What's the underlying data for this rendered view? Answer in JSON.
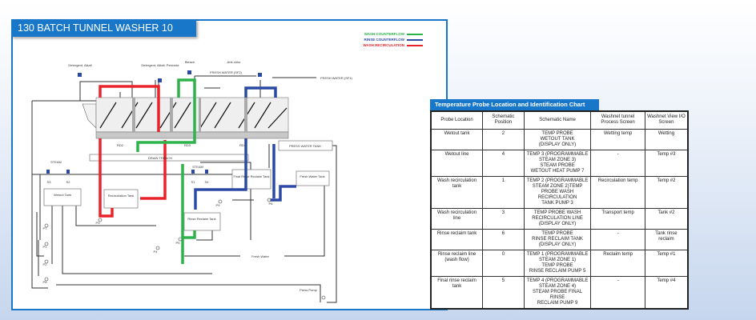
{
  "diagram": {
    "title": "130 BATCH TUNNEL WASHER 10 CHAMBER",
    "legend": [
      {
        "label": "WASH COUNTERFLOW",
        "color": "#2db34a"
      },
      {
        "label": "RINSE COUNTERFLOW",
        "color": "#2b4aa5"
      },
      {
        "label": "WASH RECIRCULATION",
        "color": "#e8232a"
      }
    ],
    "labels": {
      "detergent_alkali": "Detergent, Alkali",
      "detergent_alkali_peroxide": "Detergent, Alkali, Peroxide",
      "bleach": "Bleach",
      "anti_chlor": "Anti-chlor",
      "fresh_water_sf2": "FRESH WATER (SF2)",
      "fresh_water_sf1": "FRESH WATER (SF1)",
      "drain_trench": "DRAIN TRENCH",
      "press_water_tank": "PRESS WATER TANK",
      "steam_left": "STEAM",
      "steam_right": "STEAM",
      "wetout_tank": "Wetout Tank",
      "recirculation_tank": "Recirculation Tank",
      "rinse_reclaim_tank": "Rinse Reclaim Tank",
      "final_rinse_reclaim_tank": "Final Rinse Reclaim Tank",
      "fresh_water_tank": "Fresh Water Tank",
      "fresh_water": "Fresh Water",
      "press_pump": "Press Pump",
      "rd1": "RD1",
      "rd2": "RD2",
      "rd3": "RD3",
      "s1": "S1",
      "s2": "S2",
      "s3": "S3",
      "s4": "S4",
      "p1": "P1",
      "p2": "P2",
      "p3": "P3",
      "p4": "P4",
      "p5": "P5",
      "p6": "P6",
      "p7": "P7",
      "p8": "P8",
      "p9": "P9"
    }
  },
  "probe_chart": {
    "title": "Temperature Probe Location and Identification Chart",
    "columns": [
      "Probe Location",
      "Schematic Position",
      "Schematic Name",
      "Washnet tunnel Process Screen",
      "Washnet View I/O Screen"
    ],
    "rows": [
      [
        "Wetout tank",
        "2",
        "TEMP PROBE\nWETOUT TANK\n(DISPLAY ONLY)",
        "Wetting temp",
        "Wetting"
      ],
      [
        "Wetout line",
        "4",
        "TEMP 3 (PROGRAMMABLE\nSTEAM ZONE 3)\nSTEAM PROBE\nWETOUT HEAT PUMP 7",
        "-",
        "Temp #3"
      ],
      [
        "Wash recirculation tank",
        "1",
        "TEMP 2 (PROGRAMMABLE\nSTEAM ZONE 2)TEMP\nPROBE WASH RECIRCULATION\nTANK PUMP 3",
        "Recirculation temp",
        "Temp #2"
      ],
      [
        "Wash recirculation line",
        "3",
        "TEMP PROBE WASH\nRECIRCULATION LINE\n(DISPLAY ONLY)",
        "Transport temp",
        "Tank #2"
      ],
      [
        "Rinse reclaim tank",
        "6",
        "TEMP PROBE\nRINSE RECLAIM TANK\n(DISPLAY ONLY)",
        "-",
        "Tank rinse reclaim"
      ],
      [
        "Rinse reclaim line (wash flow)",
        "0",
        "TEMP 1 (PROGRAMMABLE\nSTEAM ZONE 1)\nTEMP PROBE\nRINSE RECLAIM PUMP 5",
        "Reclaim temp",
        "Temp #1"
      ],
      [
        "Final rinse reclaim tank",
        "5",
        "TEMP 4 (PROGRAMMABLE\nSTEAM ZONE 4)\nSTEAM PROBE FINAL RINSE\nRECLAIM PUMP 9",
        "-",
        "Temp #4"
      ]
    ]
  }
}
